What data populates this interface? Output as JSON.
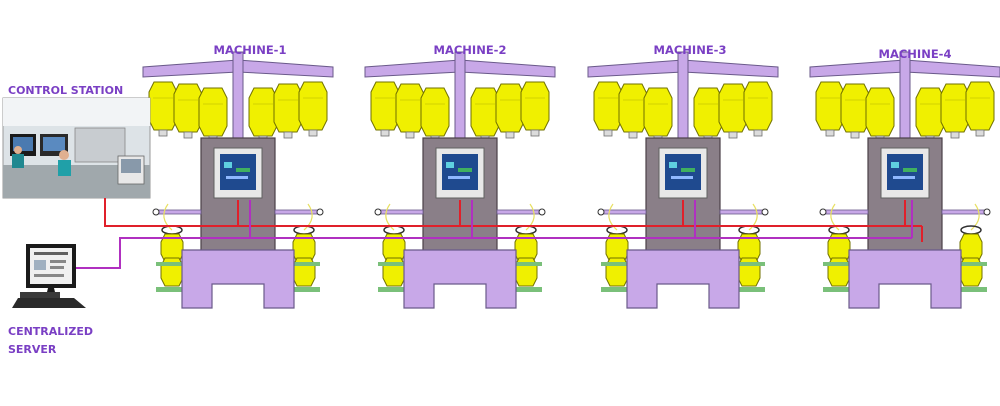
{
  "labels": {
    "control_station": "CONTROL STATION",
    "server_line1": "CENTRALIZED",
    "server_line2": "SERVER"
  },
  "machines": [
    {
      "label": "MACHINE-1"
    },
    {
      "label": "MACHINE-2"
    },
    {
      "label": "MACHINE-3"
    },
    {
      "label": "MACHINE-4"
    }
  ],
  "colors": {
    "frame": "#c8a8e8",
    "frame_stroke": "#6a5a8a",
    "bobbin": "#f0f000",
    "bobbin_stroke": "#707000",
    "cabinet": "#8a7f88",
    "screen": "#1f4a8f",
    "control_line": "#e0202a",
    "server_line": "#b030c0",
    "label": "#7a3fc4",
    "green_bar": "#7ac07a"
  }
}
